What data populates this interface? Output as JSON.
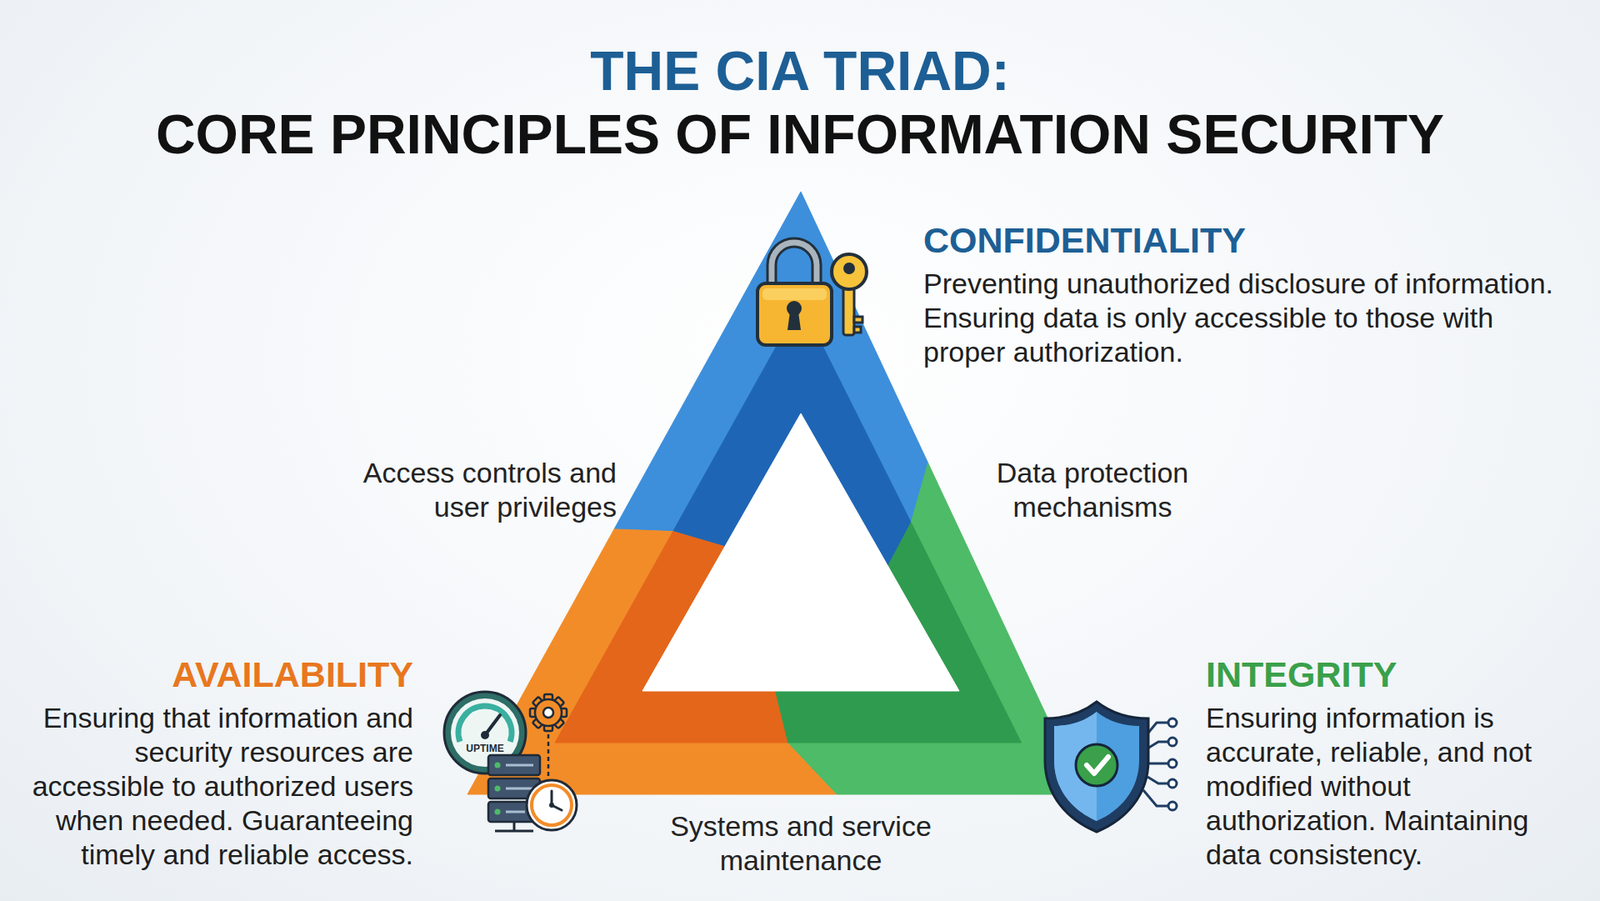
{
  "diagram": {
    "title": "THE CIA TRIAD: CORE PRINCIPLES OF INFORMATION SECURITY",
    "nodes": [
      {
        "text": [
          "CONFIDENTIALITY",
          "Preventing unauthorized disclosure of information. Ensuring data is only accessible to those with proper authorization."
        ]
      },
      {
        "text": [
          "AVAILABILITY",
          "Ensuring that information and security resources are accessible to authorized users when needed. Guaranteeing timely and reliable access."
        ]
      },
      {
        "text": [
          "INTEGRITY",
          "Ensuring information is accurate, reliable, and not modified without authorization. Maintaining data consistency."
        ]
      }
    ],
    "labels": [
      "Access controls and user privileges",
      "Data protection mechanisms",
      "Systems and service maintenance",
      "UPTIME"
    ]
  }
}
